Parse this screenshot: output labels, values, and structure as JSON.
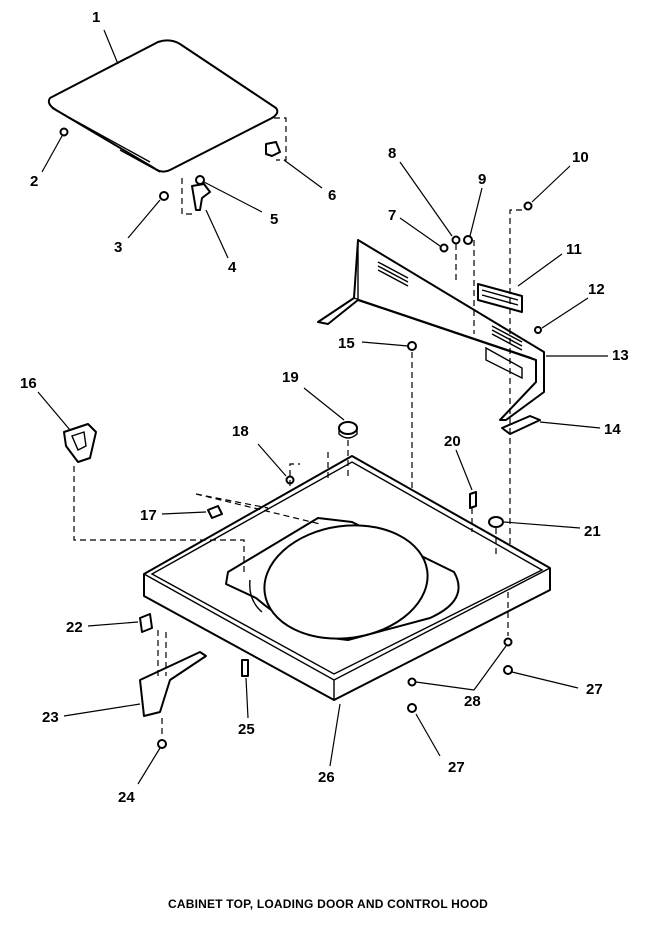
{
  "caption": "CABINET TOP, LOADING DOOR AND CONTROL HOOD",
  "callouts": [
    "1",
    "2",
    "3",
    "4",
    "5",
    "6",
    "7",
    "8",
    "9",
    "10",
    "11",
    "12",
    "13",
    "14",
    "15",
    "16",
    "17",
    "18",
    "19",
    "20",
    "21",
    "22",
    "23",
    "24",
    "25",
    "26",
    "27",
    "27",
    "28"
  ]
}
